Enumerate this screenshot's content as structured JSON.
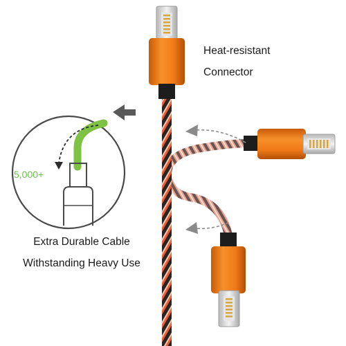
{
  "captions": {
    "heat_resistant": [
      "Heat-resistant",
      "Connector"
    ],
    "durability": [
      "Extra Durable Cable",
      "Withstanding Heavy Use"
    ]
  },
  "bend_test": {
    "count": "5,000+"
  },
  "icons": {
    "connector_style": "lightning-connector-icon",
    "callout_arrow": "arrow-left-icon",
    "bend_arrow": "curved-dashed-arrow-icon"
  },
  "colors": {
    "housing_orange": "#f07a18",
    "cable_braid_orange": "#e8603a",
    "cable_braid_dark": "#2a2422",
    "bend_highlight_green": "#7dc242",
    "text": "#1a1a1a",
    "arrow_gray": "#595959"
  }
}
